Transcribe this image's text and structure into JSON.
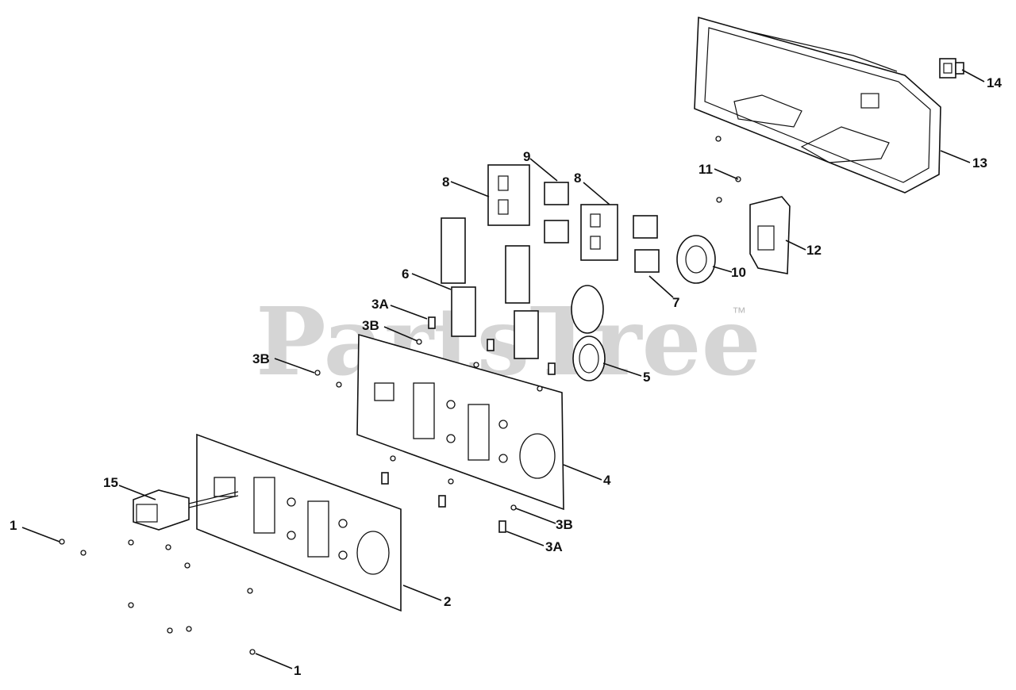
{
  "diagram": {
    "watermark": "PartsTree",
    "watermark_tm": "™",
    "callouts": {
      "c1_left": "1",
      "c1_bottom": "1",
      "c2": "2",
      "c3a_top": "3A",
      "c3a_bottom": "3A",
      "c3b_top": "3B",
      "c3b_left": "3B",
      "c3b_bottom": "3B",
      "c4": "4",
      "c5": "5",
      "c6": "6",
      "c7": "7",
      "c8_left": "8",
      "c8_right": "8",
      "c9": "9",
      "c10": "10",
      "c11": "11",
      "c12": "12",
      "c13": "13",
      "c14": "14",
      "c15": "15"
    }
  }
}
